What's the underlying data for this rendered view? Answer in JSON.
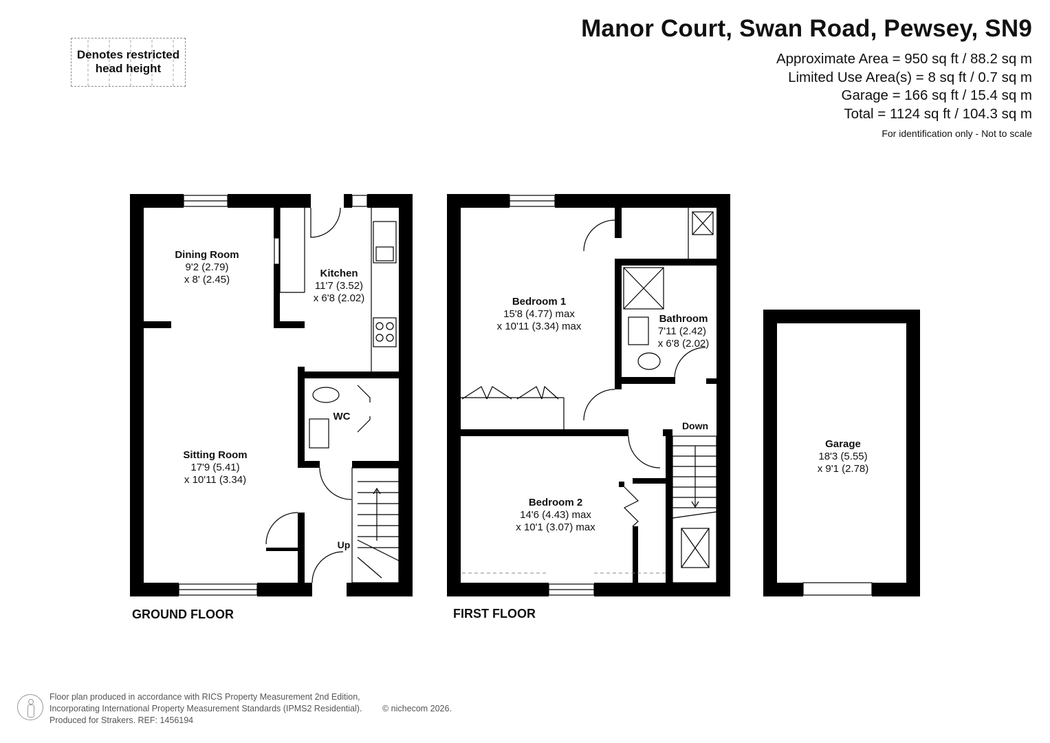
{
  "header": {
    "title": "Manor Court, Swan Road, Pewsey, SN9",
    "area_lines": [
      "Approximate Area = 950 sq ft / 88.2 sq m",
      "Limited Use Area(s) = 8 sq ft / 0.7 sq m",
      "Garage = 166 sq ft / 15.4 sq m",
      "Total = 1124 sq ft / 104.3 sq m"
    ],
    "note": "For identification only - Not to scale"
  },
  "legend": {
    "line1": "Denotes restricted",
    "line2": "head height"
  },
  "floors": {
    "ground": "GROUND FLOOR",
    "first": "FIRST FLOOR"
  },
  "rooms": {
    "dining": {
      "name": "Dining Room",
      "dim1": "9'2 (2.79)",
      "dim2": "x 8' (2.45)"
    },
    "kitchen": {
      "name": "Kitchen",
      "dim1": "11'7 (3.52)",
      "dim2": "x 6'8 (2.02)"
    },
    "wc": {
      "name": "WC"
    },
    "sitting": {
      "name": "Sitting Room",
      "dim1": "17'9 (5.41)",
      "dim2": "x 10'11 (3.34)"
    },
    "bedroom1": {
      "name": "Bedroom 1",
      "dim1": "15'8 (4.77) max",
      "dim2": "x 10'11 (3.34) max"
    },
    "bathroom": {
      "name": "Bathroom",
      "dim1": "7'11 (2.42)",
      "dim2": "x 6'8 (2.02)"
    },
    "bedroom2": {
      "name": "Bedroom 2",
      "dim1": "14'6 (4.43) max",
      "dim2": "x 10'1 (3.07) max"
    },
    "garage": {
      "name": "Garage",
      "dim1": "18'3 (5.55)",
      "dim2": "x 9'1 (2.78)"
    }
  },
  "stairs": {
    "up": "Up",
    "down": "Down"
  },
  "footer": {
    "line1": "Floor plan produced in accordance with RICS Property Measurement 2nd Edition,",
    "line2": "Incorporating International Property Measurement Standards (IPMS2 Residential).",
    "line3": "Produced for Strakers.   REF: 1456194",
    "copyright": "© nichecom 2026."
  }
}
